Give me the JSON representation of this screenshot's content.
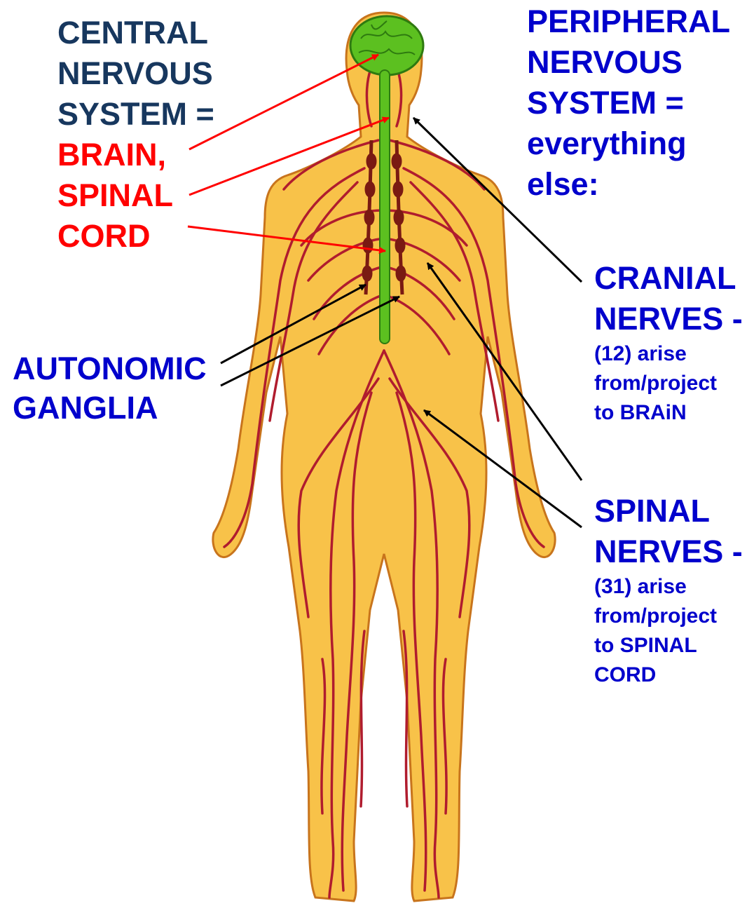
{
  "colors": {
    "cns_heading": "#17375e",
    "cns_parts": "#ff0000",
    "pns": "#0000cc",
    "skin": "#f8c249",
    "skin_outline": "#c8741c",
    "nerve": "#b01c2e",
    "cns_green": "#5cc020",
    "red_arrow": "#ff0000",
    "black_arrow": "#000000"
  },
  "labels": {
    "cns": {
      "heading": [
        "CENTRAL",
        "NERVOUS",
        "SYSTEM ="
      ],
      "parts": [
        "BRAIN,",
        "SPINAL",
        "CORD"
      ]
    },
    "pns": [
      "PERIPHERAL",
      "NERVOUS",
      "SYSTEM =",
      "everything",
      "else:"
    ],
    "autonomic": [
      "AUTONOMIC",
      "GANGLIA"
    ],
    "cranial": {
      "title": [
        "CRANIAL",
        "NERVES -"
      ],
      "detail": [
        "(12) arise",
        "from/project",
        "to BRAiN"
      ]
    },
    "spinal": {
      "title": [
        "SPINAL",
        "NERVES -"
      ],
      "detail": [
        "(31) arise",
        "from/project",
        "to SPINAL",
        "CORD"
      ]
    }
  },
  "icons": {
    "figure": "human-nervous-system-figure",
    "brain": "brain-icon",
    "spinal_cord": "spinal-cord-icon"
  }
}
